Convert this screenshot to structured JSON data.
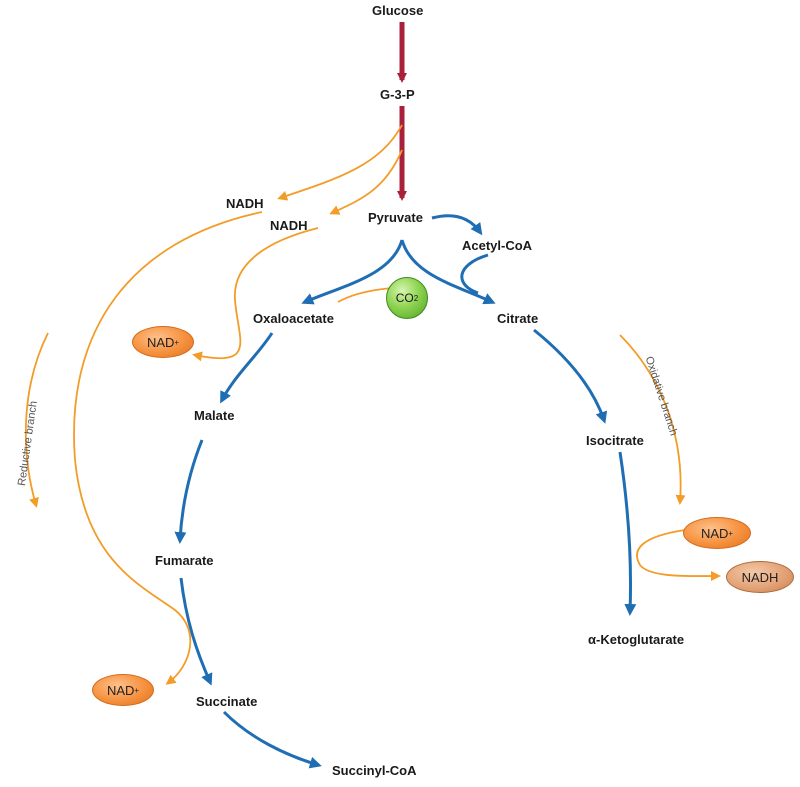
{
  "metabolites": {
    "glucose": "Glucose",
    "g3p": "G-3-P",
    "pyruvate": "Pyruvate",
    "acetyl_coa": "Acetyl-CoA",
    "oxaloacetate": "Oxaloacetate",
    "citrate": "Citrate",
    "malate": "Malate",
    "isocitrate": "Isocitrate",
    "fumarate": "Fumarate",
    "alpha_ketoglutarate": "α-Ketoglutarate",
    "succinate": "Succinate",
    "succinyl_coa": "Succinyl-CoA"
  },
  "cofactors": {
    "nadh_upper": "NADH",
    "nadh_lower": "NADH",
    "nad_left_base": "NAD",
    "nad_left_sup": "+",
    "nad_bottom_base": "NAD",
    "nad_bottom_sup": "+",
    "nad_right_base": "NAD",
    "nad_right_sup": "+",
    "nadh_right": "NADH",
    "co2_base": "CO",
    "co2_sub": "2"
  },
  "branches": {
    "reductive": "Reductive branch",
    "oxidative": "Oxidative branch"
  },
  "colors": {
    "glycolysis_arrow": "#a8203a",
    "cycle_arrow": "#1f6eb3",
    "cofactor_arrow": "#f39c28",
    "nad_fill": "#f5913e",
    "co2_fill": "#8fd452"
  }
}
